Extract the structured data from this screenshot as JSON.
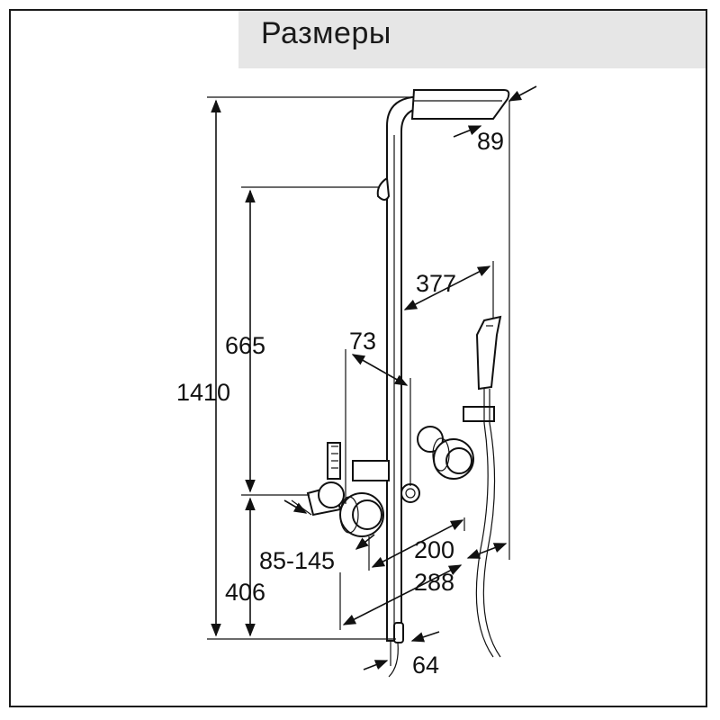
{
  "title": "Размеры",
  "dimensions": {
    "total_height": "1410",
    "upper_height": "665",
    "lower_height": "406",
    "top_depth": "89",
    "wall_offset": "377",
    "mixer_offset": "73",
    "connection_spacing": "85-145",
    "handle_depth": "200",
    "head_depth": "288",
    "bottom_width": "64"
  },
  "colors": {
    "title_background": "#e6e6e6",
    "frame": "#1a1a1a",
    "line": "#111111"
  }
}
